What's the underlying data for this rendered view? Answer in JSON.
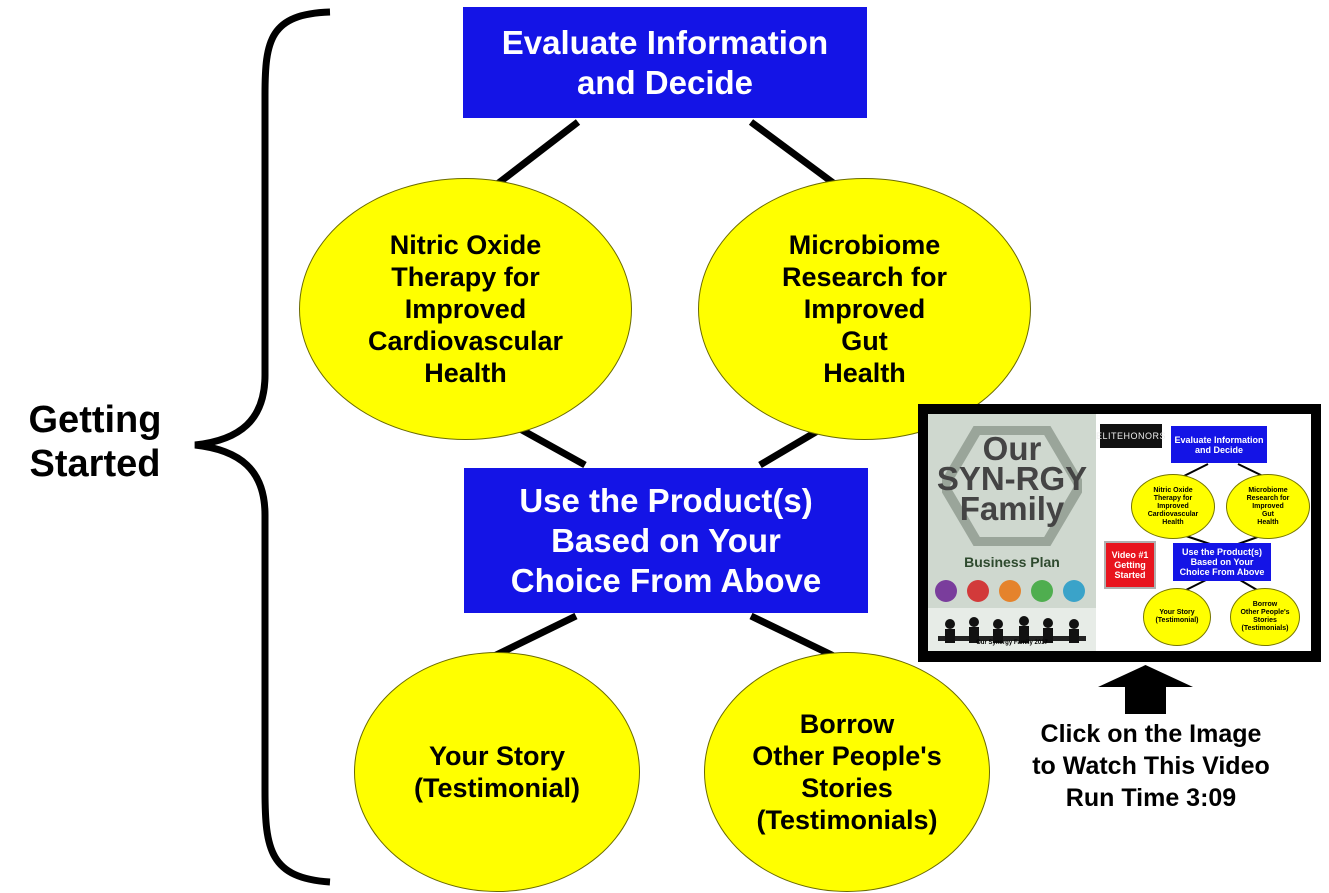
{
  "side_label": "Getting\nStarted",
  "top_box": "Evaluate Information\nand Decide",
  "option_left": "Nitric Oxide\nTherapy for\nImproved\nCardiovascular\nHealth",
  "option_right": "Microbiome\nResearch for\nImproved\nGut\nHealth",
  "middle_box": "Use the Product(s)\nBased on Your\nChoice From Above",
  "story_left": "Your Story\n(Testimonial)",
  "story_right": "Borrow\nOther People's\nStories\n(Testimonials)",
  "video": {
    "poster_title": "Our\nSYN-RGY\nFamily",
    "poster_subtitle": "Business Plan",
    "poster_copyright": "Our Synergy Family 2017",
    "elite_label": "ELITEHONORS",
    "mini_top": "Evaluate Information\nand Decide",
    "mini_left": "Nitric Oxide\nTherapy for\nImproved\nCardiovascular\nHealth",
    "mini_right": "Microbiome\nResearch for\nImproved\nGut\nHealth",
    "mini_middle": "Use the Product(s)\nBased on Your\nChoice From Above",
    "mini_video_label": "Video #1\nGetting\nStarted",
    "mini_story_left": "Your Story\n(Testimonial)",
    "mini_story_right": "Borrow\nOther People's\nStories\n(Testimonials)"
  },
  "caption": "Click on the Image\nto Watch This Video\nRun Time 3:09",
  "colors": {
    "box_blue": "#1414e6",
    "ellipse_yellow": "#ffff00",
    "video_red": "#e8141e"
  }
}
